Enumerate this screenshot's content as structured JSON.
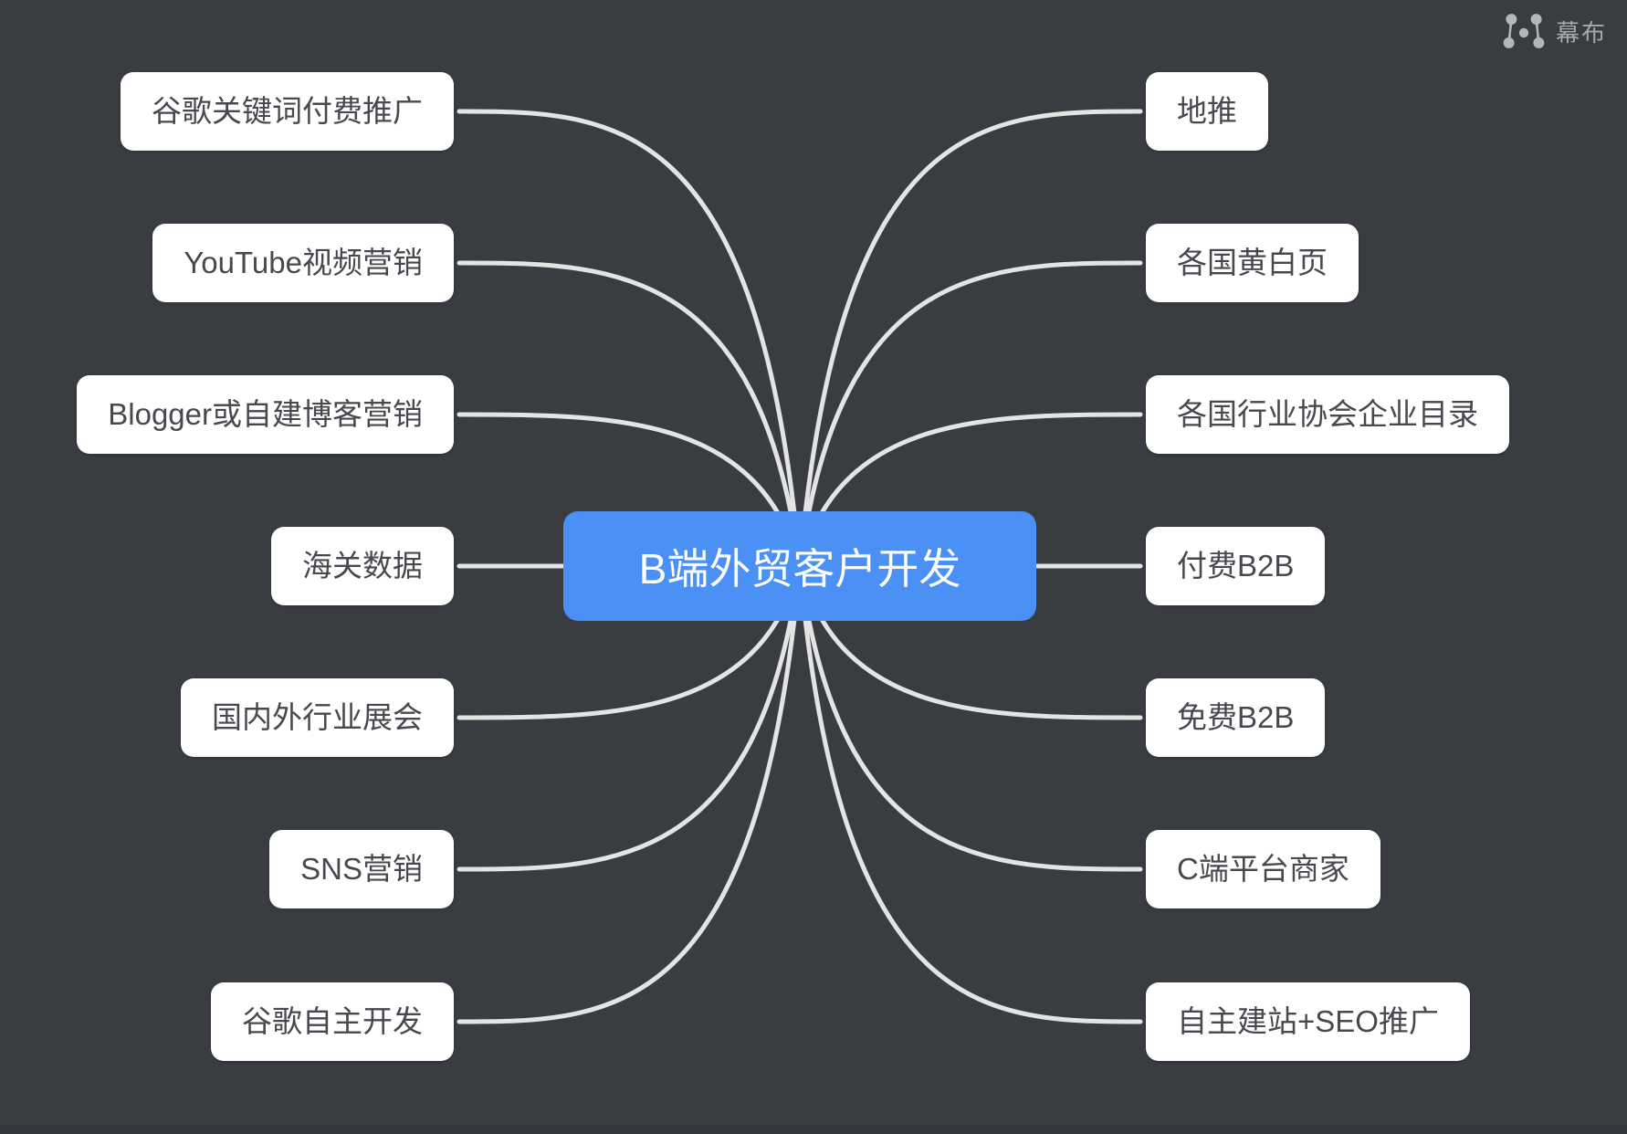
{
  "app": {
    "logo_text": "幕布",
    "logo_icon": "mubu-logo-icon"
  },
  "diagram": {
    "type": "mindmap",
    "center": {
      "label": "B端外贸客户开发"
    },
    "left": [
      {
        "label": "谷歌关键词付费推广"
      },
      {
        "label": "YouTube视频营销"
      },
      {
        "label": "Blogger或自建博客营销"
      },
      {
        "label": "海关数据"
      },
      {
        "label": "国内外行业展会"
      },
      {
        "label": "SNS营销"
      },
      {
        "label": "谷歌自主开发"
      }
    ],
    "right": [
      {
        "label": "地推"
      },
      {
        "label": "各国黄白页"
      },
      {
        "label": "各国行业协会企业目录"
      },
      {
        "label": "付费B2B"
      },
      {
        "label": "免费B2B"
      },
      {
        "label": "C端平台商家"
      },
      {
        "label": "自主建站+SEO推广"
      }
    ],
    "colors": {
      "background": "#393c41",
      "node_background": "#ffffff",
      "node_text": "#47494e",
      "center_background": "#4a90f5",
      "center_text": "#ffffff",
      "edge": "#e4e4e4",
      "logo": "#a6a9ad"
    }
  }
}
